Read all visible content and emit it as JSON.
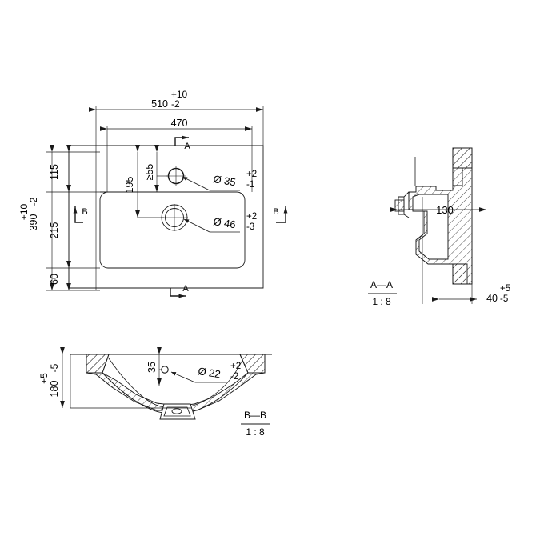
{
  "drawing": {
    "type": "engineering-drawing",
    "subject": "bathroom-washbasin",
    "units": "mm",
    "background": "#ffffff",
    "line_color": "#1a1a1a"
  },
  "views": {
    "top": {
      "name": "top-view",
      "dimensions": {
        "overall_width": {
          "value": "510",
          "tol_plus": "+10",
          "tol_minus": "-2"
        },
        "inner_width": {
          "value": "470"
        },
        "overall_depth": {
          "value": "390",
          "tol_plus": "+10",
          "tol_minus": "-2"
        },
        "depth_front": {
          "value": "115"
        },
        "depth_middle": {
          "value": "215"
        },
        "depth_back": {
          "value": "60"
        },
        "hole_to_edge": {
          "value": "195"
        },
        "min_clearance": {
          "value": "≥55"
        }
      },
      "holes": {
        "tap_hole": {
          "label": "Ø 35",
          "tol_plus": "+2",
          "tol_minus": "-1"
        },
        "waste_hole": {
          "label": "Ø 46",
          "tol_plus": "+2",
          "tol_minus": "-3"
        }
      },
      "section_marks": {
        "a_top": "A",
        "a_bottom": "A",
        "b_left": "B",
        "b_right": "B"
      }
    },
    "section_aa": {
      "name": "section-a-a",
      "title": "A—A",
      "scale": "1 : 8",
      "dimensions": {
        "projection": {
          "value": "130"
        },
        "rim_thickness": {
          "value": "40",
          "tol_plus": "+5",
          "tol_minus": "-5"
        }
      }
    },
    "section_bb": {
      "name": "section-b-b",
      "title": "B—B",
      "scale": "1 : 8",
      "dimensions": {
        "height": {
          "value": "180",
          "tol_plus": "+5",
          "tol_minus": "-5"
        },
        "overflow_offset": {
          "value": "35"
        }
      },
      "holes": {
        "overflow_hole": {
          "label": "Ø 22",
          "tol_plus": "+2",
          "tol_minus": "-2"
        }
      }
    }
  }
}
